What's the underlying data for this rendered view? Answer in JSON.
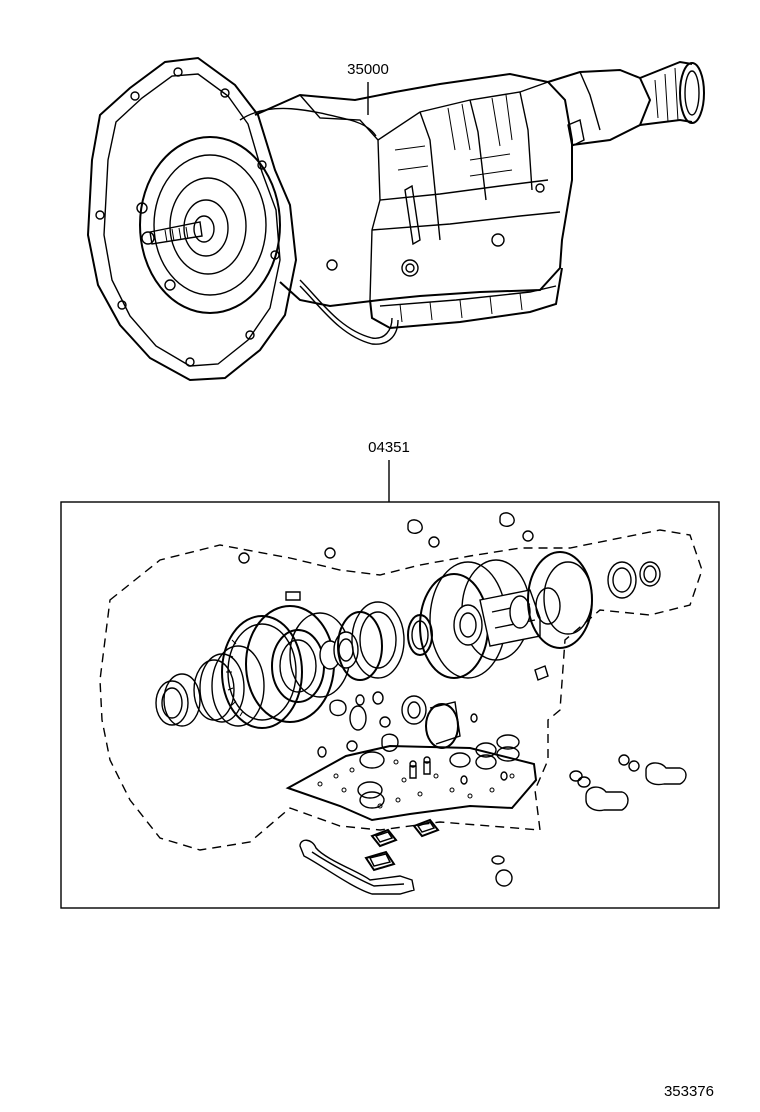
{
  "parts": {
    "transmission_assembly": {
      "part_number": "35000"
    },
    "overhaul_gasket_kit": {
      "part_number": "04351"
    }
  },
  "illustration_number": "353376"
}
